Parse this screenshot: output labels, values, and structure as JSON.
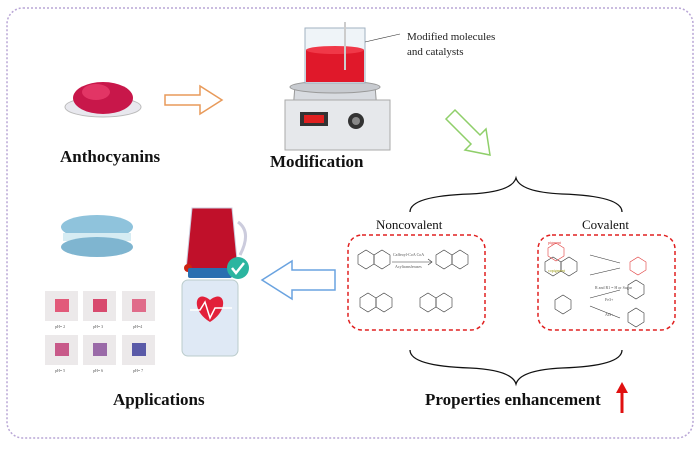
{
  "labels": {
    "anthocyanins": "Anthocyanins",
    "modification": "Modification",
    "applications": "Applications",
    "properties": "Properties enhancement",
    "modified_note_1": "Modified molecules",
    "modified_note_2": "and catalysts",
    "noncovalent": "Noncovalent",
    "covalent": "Covalent"
  },
  "scheme": {
    "enzyme_top": "Caffeoyl-CoA  CoA",
    "enzyme_bottom": "Acyltransferases",
    "pigment_red": "pigment",
    "pigment_yellow": "copigment",
    "condition": "R and R1 = H or Sugar",
    "ion_fe": "Fe3+",
    "ion_al": "Al3+"
  },
  "ph_labels": [
    "pH= 2",
    "pH= 3",
    "pH=4",
    "pH= 5",
    "pH= 6",
    "pH= 7"
  ],
  "colors": {
    "border": "#b9a6d6",
    "dashed_box": "#e02020",
    "arrow_orange": "#e89a5a",
    "arrow_green": "#8fcf6a",
    "arrow_blue": "#6aa3e0",
    "up_arrow": "#e01010",
    "solution": "#e0182a"
  }
}
